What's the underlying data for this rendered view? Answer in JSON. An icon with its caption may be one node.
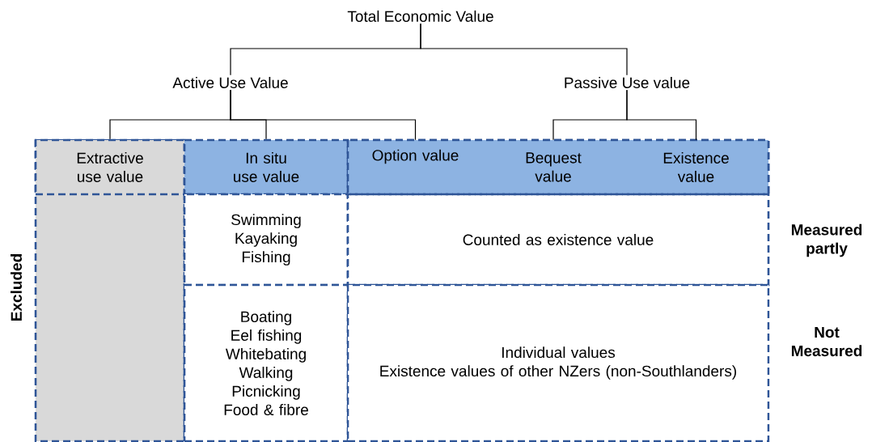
{
  "diagram": {
    "nodes": [
      {
        "text": [
          "Total Economic Value"
        ]
      },
      {
        "text": [
          "Active Use Value"
        ]
      },
      {
        "text": [
          "Passive Use value"
        ]
      },
      {
        "text": [
          "Extractive use value"
        ]
      },
      {
        "text": [
          "In situ use value"
        ]
      },
      {
        "text": [
          "Option value"
        ]
      },
      {
        "text": [
          "Bequest value"
        ]
      },
      {
        "text": [
          "Existence value"
        ]
      },
      {
        "text": [
          "Swimming",
          "Kayaking",
          "Fishing"
        ]
      },
      {
        "text": [
          "Counted as existence value"
        ]
      },
      {
        "text": [
          "Boating",
          "Eel fishing",
          "Whitebating",
          "Walking",
          "Picnicking",
          "Food & fibre"
        ]
      },
      {
        "text": [
          "Individual values",
          "Existence values of other NZers (non-Southlanders)"
        ]
      }
    ],
    "edges": [
      {
        "from": 0,
        "to": 1,
        "arrow": "none"
      },
      {
        "from": 0,
        "to": 2,
        "arrow": "none"
      },
      {
        "from": 1,
        "to": 3,
        "arrow": "none"
      },
      {
        "from": 1,
        "to": 4,
        "arrow": "none"
      },
      {
        "from": 1,
        "to": 5,
        "arrow": "none"
      },
      {
        "from": 2,
        "to": 6,
        "arrow": "none"
      },
      {
        "from": 2,
        "to": 7,
        "arrow": "none"
      }
    ],
    "labels": [
      "Excluded",
      "Measured partly",
      "Not Measured"
    ]
  }
}
